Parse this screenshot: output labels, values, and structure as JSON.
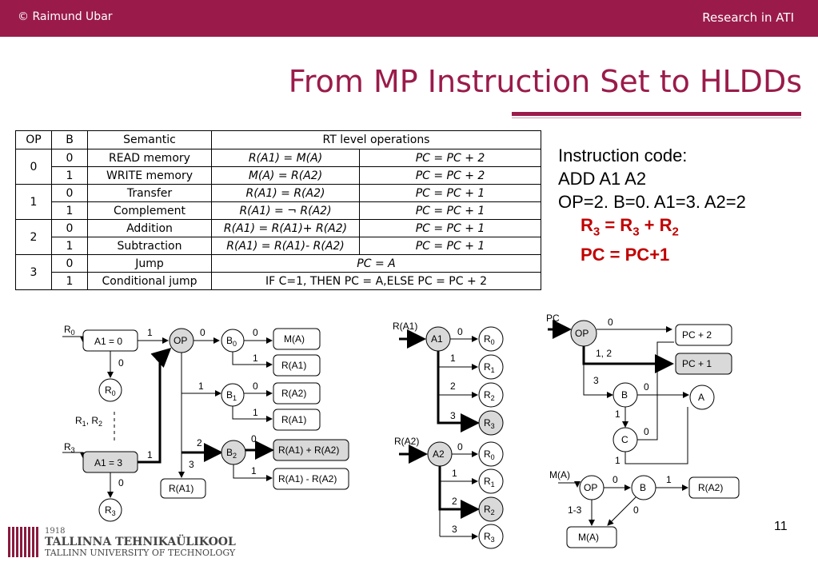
{
  "header": {
    "left": "© Raimund Ubar",
    "right": "Research in ATI"
  },
  "title": "From MP Instruction Set to HLDDs",
  "table": {
    "headers": [
      "OP",
      "B",
      "Semantic",
      "RT level operations"
    ],
    "rows": [
      {
        "op": "0",
        "b": "0",
        "sem": "READ memory",
        "rt1": "R(A1) = M(A)",
        "rt2": "PC = PC + 2"
      },
      {
        "op": "",
        "b": "1",
        "sem": "WRITE memory",
        "rt1": "M(A) = R(A2)",
        "rt2": "PC = PC + 2"
      },
      {
        "op": "1",
        "b": "0",
        "sem": "Transfer",
        "rt1": "R(A1) = R(A2)",
        "rt2": "PC = PC + 1"
      },
      {
        "op": "",
        "b": "1",
        "sem": "Complement",
        "rt1": "R(A1) = ¬ R(A2)",
        "rt2": "PC = PC + 1"
      },
      {
        "op": "2",
        "b": "0",
        "sem": "Addition",
        "rt1": "R(A1) = R(A1)+ R(A2)",
        "rt2": "PC = PC + 1"
      },
      {
        "op": "",
        "b": "1",
        "sem": "Subtraction",
        "rt1": "R(A1) = R(A1)- R(A2)",
        "rt2": "PC = PC + 1"
      },
      {
        "op": "3",
        "b": "0",
        "sem": "Jump",
        "rt": "PC = A"
      },
      {
        "op": "",
        "b": "1",
        "sem": "Conditional jump",
        "rt": "IF C=1, THEN PC = A,ELSE PC = PC + 2"
      }
    ]
  },
  "instruction": {
    "line1": "Instruction code:",
    "line2": "ADD A1 A2",
    "line3": "OP=2. B=0. A1=3. A2=2",
    "eq1": "R3 = R3 + R2",
    "eq2": "PC = PC+1"
  },
  "page_number": "11",
  "logo": {
    "year": "1918",
    "line1": "TALLINNA TEHNIKAÜLIKOOL",
    "line2": "TALLINN UNIVERSITY OF TECHNOLOGY"
  },
  "colors": {
    "accent": "#9a1b4a",
    "highlight": "#c00000",
    "node_fill": "#d9d9d9"
  },
  "diagrams": {
    "main": {
      "labels": [
        "R0",
        "R1, R2",
        "R3",
        "A1 = 0",
        "A1 = 3",
        "OP",
        "B0",
        "B1",
        "B2",
        "M(A)",
        "R(A1)",
        "R(A2)",
        "R(A1) + R(A2)",
        "R(A1) - R(A2)",
        "R0",
        "R3",
        "0",
        "1",
        "2",
        "3"
      ]
    },
    "pc": {
      "labels": [
        "PC",
        "OP",
        "B",
        "C",
        "A",
        "PC + 2",
        "PC + 1",
        "1, 2",
        "3"
      ]
    },
    "ra1": {
      "labels": [
        "R(A1)",
        "A1",
        "R0",
        "R1",
        "R2",
        "R3"
      ]
    },
    "ra2": {
      "labels": [
        "R(A2)",
        "A2",
        "R0",
        "R1",
        "R2",
        "R3"
      ]
    },
    "mem": {
      "labels": [
        "M(A)",
        "OP",
        "B",
        "R(A2)",
        "M(A)",
        "1-3"
      ]
    }
  }
}
